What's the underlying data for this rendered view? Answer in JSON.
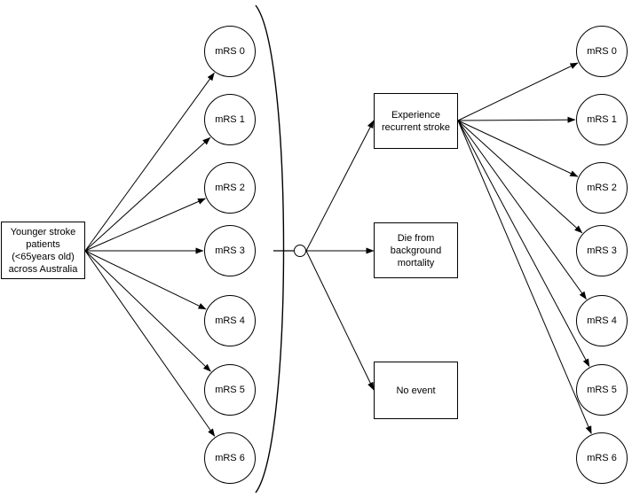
{
  "start_node": {
    "label": "Younger stroke\npatients\n(<65years old)\nacross Australia"
  },
  "initial_states": [
    {
      "label": "mRS 0"
    },
    {
      "label": "mRS 1"
    },
    {
      "label": "mRS 2"
    },
    {
      "label": "mRS 3"
    },
    {
      "label": "mRS 4"
    },
    {
      "label": "mRS 5"
    },
    {
      "label": "mRS 6"
    }
  ],
  "events": [
    {
      "label": "Experience\nrecurrent stroke"
    },
    {
      "label": "Die from\nbackground\nmortality"
    },
    {
      "label": "No event"
    }
  ],
  "recurrent_states": [
    {
      "label": "mRS 0"
    },
    {
      "label": "mRS 1"
    },
    {
      "label": "mRS 2"
    },
    {
      "label": "mRS 3"
    },
    {
      "label": "mRS 4"
    },
    {
      "label": "mRS 5"
    },
    {
      "label": "mRS 6"
    }
  ]
}
